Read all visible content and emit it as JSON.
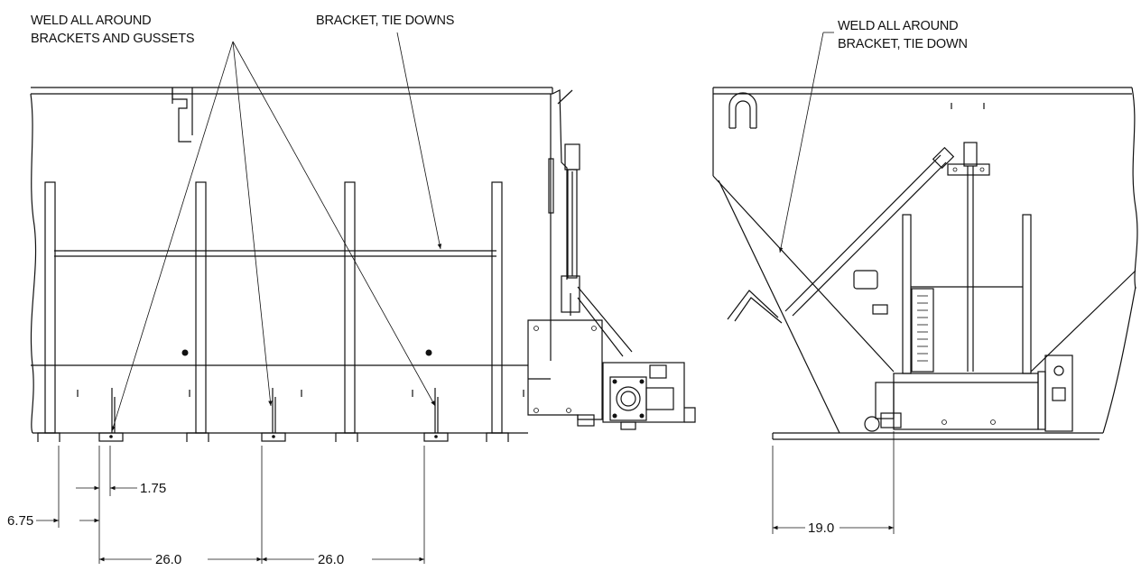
{
  "labels": {
    "weld_left_line1": "WELD ALL AROUND",
    "weld_left_line2": "BRACKETS AND GUSSETS",
    "bracket_tie_downs": "BRACKET, TIE DOWNS",
    "weld_right_line1": "WELD ALL AROUND",
    "weld_right_line2": "BRACKET, TIE DOWN"
  },
  "dimensions": {
    "d_1_75": "1.75",
    "d_6_75": "6.75",
    "d_26_a": "26.0",
    "d_26_b": "26.0",
    "d_19": "19.0"
  }
}
